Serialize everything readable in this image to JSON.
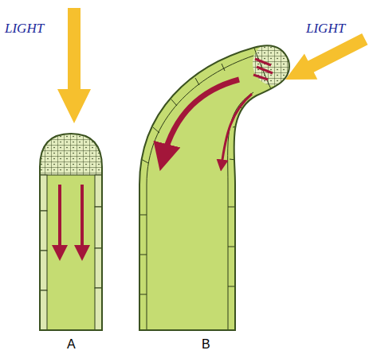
{
  "diagram": {
    "labels": [
      "LIGHT",
      "LIGHT",
      "A",
      "B"
    ]
  }
}
